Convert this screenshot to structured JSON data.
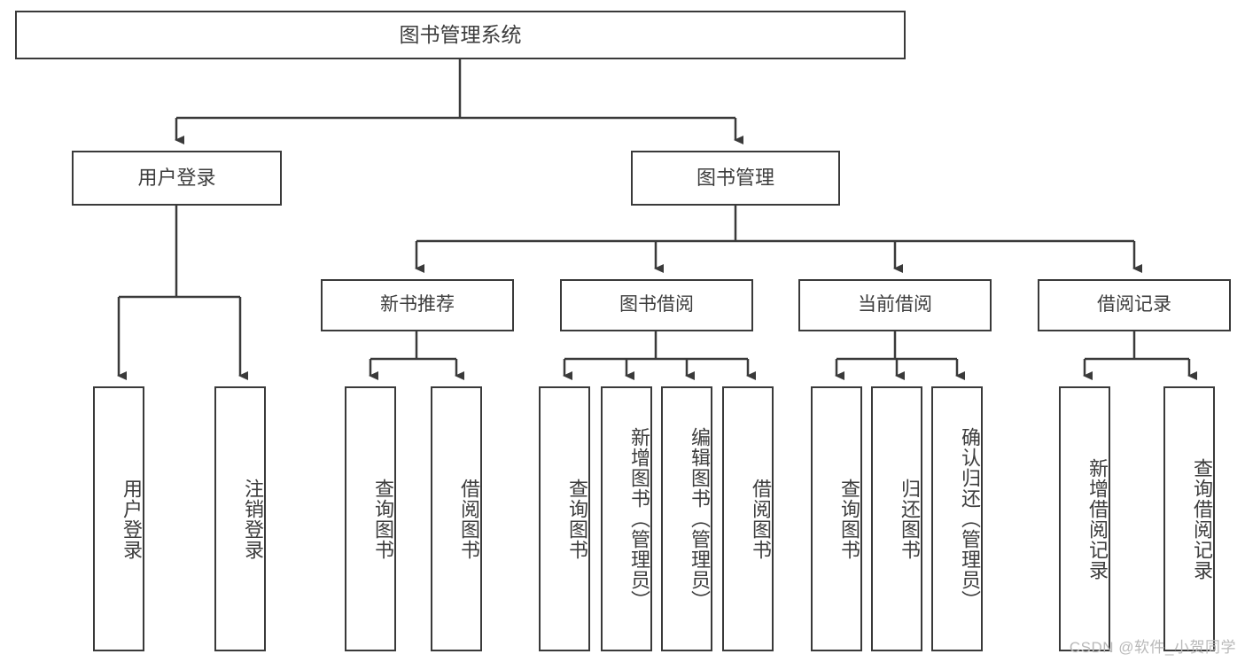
{
  "diagram": {
    "title": "图书管理系统",
    "type": "hierarchy-tree",
    "watermark": "CSDN @软件_小贺同学",
    "colors": {
      "stroke": "#3a3a3a",
      "text": "#3d3d3d",
      "background": "#ffffff",
      "watermark": "#b9b9b9"
    },
    "root": {
      "label": "图书管理系统"
    },
    "level2": [
      {
        "label": "用户登录"
      },
      {
        "label": "图书管理"
      }
    ],
    "level3": [
      {
        "label": "新书推荐"
      },
      {
        "label": "图书借阅"
      },
      {
        "label": "当前借阅"
      },
      {
        "label": "借阅记录"
      }
    ],
    "leaves": {
      "user_login": [
        {
          "label": "用户登录"
        },
        {
          "label": "注销登录"
        }
      ],
      "new_book_recommend": [
        {
          "label": "查询图书"
        },
        {
          "label": "借阅图书"
        }
      ],
      "book_borrow": [
        {
          "label": "查询图书"
        },
        {
          "label": "新增图书（管理员）"
        },
        {
          "label": "编辑图书（管理员）"
        },
        {
          "label": "借阅图书"
        }
      ],
      "current_borrow": [
        {
          "label": "查询图书"
        },
        {
          "label": "归还图书"
        },
        {
          "label": "确认归还（管理员）"
        }
      ],
      "borrow_record": [
        {
          "label": "新增借阅记录"
        },
        {
          "label": "查询借阅记录"
        }
      ]
    }
  }
}
